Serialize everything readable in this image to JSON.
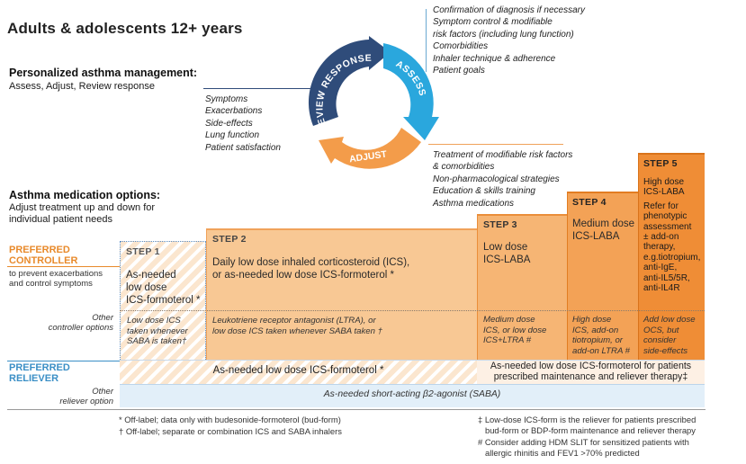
{
  "title": "Adults & adolescents 12+ years",
  "management": {
    "heading": "Personalized asthma management:",
    "subheading": "Assess, Adjust, Review response"
  },
  "cycle": {
    "review_label": "REVIEW RESPONSE",
    "assess_label": "ASSESS",
    "adjust_label": "ADJUST",
    "colors": {
      "review": "#2f4c7a",
      "assess": "#2aa7dd",
      "adjust": "#f39c4a"
    }
  },
  "assess_items": [
    "Confirmation of diagnosis if necessary",
    "Symptom control & modifiable",
    "risk factors (including lung function)",
    "Comorbidities",
    "Inhaler technique  & adherence",
    "Patient goals"
  ],
  "review_items": [
    "Symptoms",
    "Exacerbations",
    "Side-effects",
    "Lung function",
    "Patient satisfaction"
  ],
  "adjust_items": [
    "Treatment of modifiable risk factors",
    "& comorbidities",
    "Non-pharmacological strategies",
    "Education & skills training",
    "Asthma medications"
  ],
  "options": {
    "heading": "Asthma medication options:",
    "sub1": "Adjust treatment up and down for",
    "sub2": "individual patient needs"
  },
  "left": {
    "pref_controller_1": "PREFERRED",
    "pref_controller_2": "CONTROLLER",
    "pref_controller_desc_1": "to prevent exacerbations",
    "pref_controller_desc_2": "and control symptoms",
    "other_controller_1": "Other",
    "other_controller_2": "controller options",
    "pref_reliever_1": "PREFERRED",
    "pref_reliever_2": "RELIEVER",
    "other_reliever_1": "Other",
    "other_reliever_2": "reliever option"
  },
  "steps": [
    {
      "label": "STEP 1",
      "controller": [
        "As-needed",
        "low dose",
        "ICS-formoterol *"
      ],
      "other": [
        "Low dose ICS",
        "taken whenever",
        "SABA is taken†"
      ]
    },
    {
      "label": "STEP 2",
      "controller": [
        "Daily low dose inhaled corticosteroid (ICS),",
        "or as-needed low dose ICS-formoterol *"
      ],
      "other": [
        "Leukotriene receptor antagonist (LTRA), or",
        "low dose ICS taken whenever SABA taken †"
      ]
    },
    {
      "label": "STEP 3",
      "controller": [
        "Low dose",
        "ICS-LABA"
      ],
      "other": [
        "Medium dose",
        "ICS, or low dose",
        "ICS+LTRA #"
      ]
    },
    {
      "label": "STEP 4",
      "controller": [
        "Medium dose",
        "ICS-LABA"
      ],
      "other": [
        "High dose",
        "ICS, add-on",
        "tiotropium, or",
        "add-on LTRA #"
      ]
    },
    {
      "label": "STEP 5",
      "controller": [
        "High dose",
        "ICS-LABA",
        "Refer for",
        "phenotypic",
        "assessment",
        "± add-on",
        "therapy,",
        "e.g.tiotropium,",
        "anti-IgE,",
        "anti-IL5/5R,",
        "anti-IL4R"
      ],
      "other": [
        "Add low dose",
        "OCS, but",
        "consider",
        "side-effects"
      ]
    }
  ],
  "reliever": {
    "steps12": "As-needed low dose ICS-formoterol *",
    "steps35_1": "As-needed low dose ICS-formoterol for patients",
    "steps35_2": "prescribed maintenance and reliever therapy‡",
    "other": "As-needed short-acting β2-agonist (SABA)"
  },
  "footnotes": {
    "f1": "*  Off-label; data only with budesonide-formoterol (bud-form)",
    "f2": "† Off-label; separate or combination ICS and SABA inhalers",
    "f3a": "‡ Low-dose ICS-form is the reliever for patients prescribed",
    "f3b": "bud-form or BDP-form maintenance and reliever therapy",
    "f4a": "# Consider adding HDM SLIT for sensitized patients with",
    "f4b": "allergic rhinitis and FEV1 >70% predicted"
  }
}
